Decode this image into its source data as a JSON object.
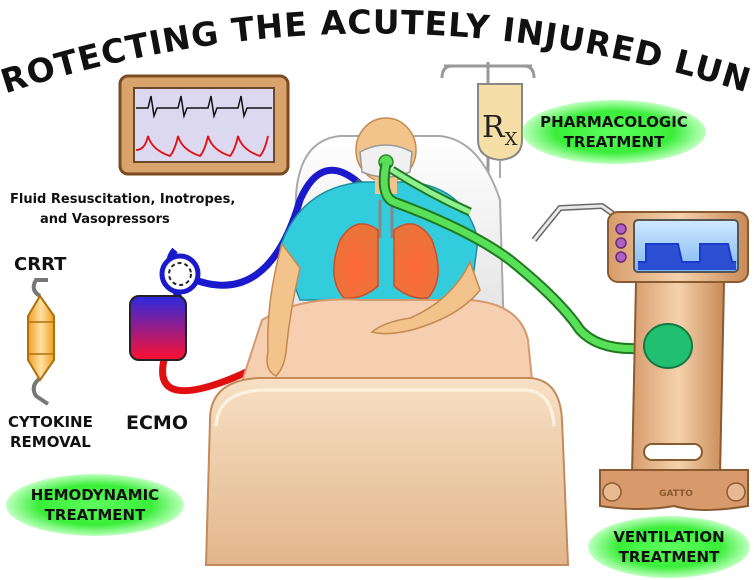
{
  "title": "PROTECTING THE ACUTELY INJURED LUNG",
  "labels": {
    "fluid_line1": "Fluid Resuscitation, Inotropes,",
    "fluid_line2": "and Vasopressors",
    "crrt": "CRRT",
    "cytokine_line1": "CYTOKINE",
    "cytokine_line2": "REMOVAL",
    "ecmo": "ECMO",
    "rx": "R",
    "rx_sub": "X",
    "ventilator_brand": "GATTO"
  },
  "badges": {
    "pharmacologic_line1": "PHARMACOLOGIC",
    "pharmacologic_line2": "TREATMENT",
    "hemodynamic_line1": "HEMODYNAMIC",
    "hemodynamic_line2": "TREATMENT",
    "ventilation_line1": "VENTILATION",
    "ventilation_line2": "TREATMENT"
  },
  "colors": {
    "accent_green": "#39ee39",
    "ecmo_blue": "#1a1acc",
    "ecmo_red": "#e01010",
    "ventilator_tube": "#59e059",
    "gown": "#33ccdd",
    "skin": "#f2c38a",
    "bed": "#f3d3ad"
  },
  "icons": {
    "monitor": "patient-monitor-icon",
    "iv_bag": "iv-bag-icon",
    "filter": "crrt-filter-icon",
    "pump": "ecmo-pump-icon",
    "oxygenator": "ecmo-oxygenator-icon",
    "ventilator": "ventilator-icon"
  }
}
